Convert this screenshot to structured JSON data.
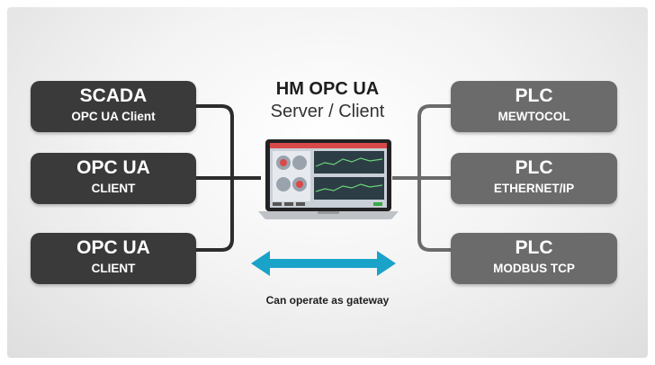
{
  "center": {
    "title": "HM OPC UA",
    "subtitle": "Server / Client"
  },
  "left_nodes": [
    {
      "line1": "SCADA",
      "line2": "OPC UA Client"
    },
    {
      "line1": "OPC UA",
      "line2": "CLIENT"
    },
    {
      "line1": "OPC UA",
      "line2": "CLIENT"
    }
  ],
  "right_nodes": [
    {
      "line1": "PLC",
      "line2": "MEWTOCOL"
    },
    {
      "line1": "PLC",
      "line2": "ETHERNET/IP"
    },
    {
      "line1": "PLC",
      "line2": "MODBUS TCP"
    }
  ],
  "gateway": {
    "label": "Can operate as gateway"
  },
  "colors": {
    "left_node": "#3a3a3a",
    "right_node": "#6b6b6b",
    "connector_left": "#2c2c2c",
    "connector_right": "#6b6b6b",
    "arrow": "#1aa3c9"
  }
}
